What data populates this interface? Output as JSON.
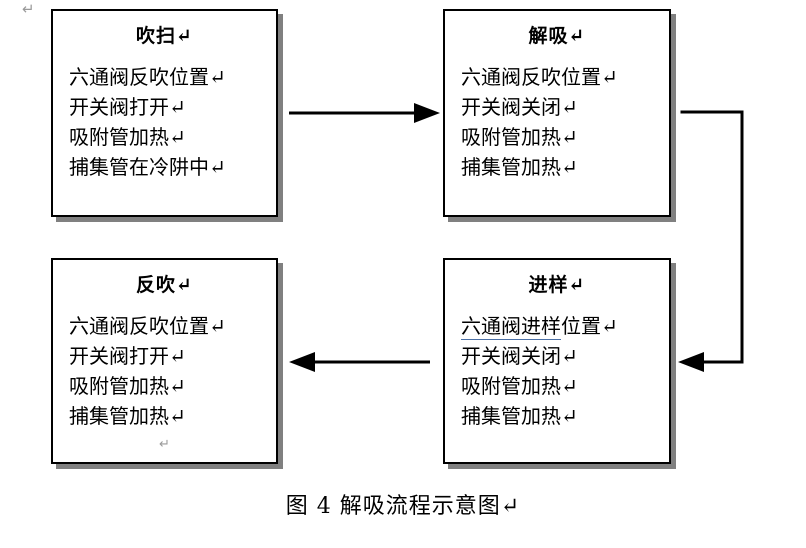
{
  "page": {
    "pilcrow_glyph": "↵",
    "top_paragraph_mark": "↵",
    "background_color": "#ffffff",
    "text_color": "#000000",
    "shadow_color": "#808080",
    "border_color": "#000000",
    "spellcheck_underline_color": "#4a6fa5"
  },
  "diagram": {
    "type": "flowchart",
    "boxes": [
      {
        "id": "purge",
        "title": "吹扫↵",
        "title_text": "吹扫",
        "lines": [
          "六通阀反吹位置↵",
          "开关阀打开↵",
          "吸附管加热↵",
          "捕集管在冷阱中↵"
        ],
        "trailing_mark": ""
      },
      {
        "id": "desorb",
        "title": "解吸↵",
        "title_text": "解吸",
        "lines": [
          "六通阀反吹位置↵",
          "开关阀关闭↵",
          "吸附管加热↵",
          "捕集管加热↵"
        ],
        "trailing_mark": ""
      },
      {
        "id": "backflush",
        "title": "反吹↵",
        "title_text": "反吹",
        "lines": [
          "六通阀反吹位置↵",
          "开关阀打开↵",
          "吸附管加热↵",
          "捕集管加热↵"
        ],
        "trailing_mark": "↵"
      },
      {
        "id": "inject",
        "title": "进样↵",
        "title_text": "进样",
        "lines": [
          "六通阀进样位置↵",
          "开关阀关闭↵",
          "吸附管加热↵",
          "捕集管加热↵"
        ],
        "underlined_prefix": "六通阀进样",
        "underlined_suffix": "位置↵",
        "trailing_mark": ""
      }
    ],
    "arrows": [
      {
        "id": "purge-to-desorb",
        "from": "purge",
        "to": "desorb",
        "direction": "right"
      },
      {
        "id": "desorb-to-inject",
        "from": "desorb",
        "to": "inject",
        "direction": "down-left"
      },
      {
        "id": "inject-to-backflush",
        "from": "inject",
        "to": "backflush",
        "direction": "left"
      }
    ]
  },
  "caption": {
    "text": "图 4  解吸流程示意图↵",
    "figure_number": "图 4",
    "figure_title": "解吸流程示意图"
  }
}
